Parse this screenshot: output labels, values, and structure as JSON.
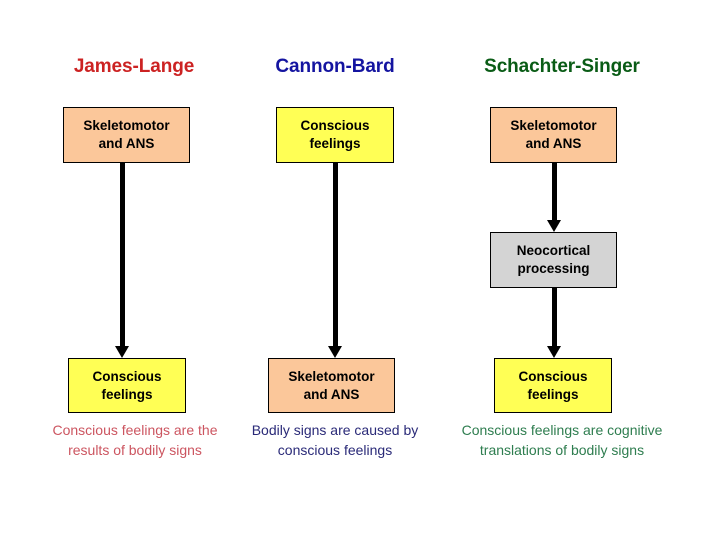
{
  "diagram": {
    "title_row": [
      {
        "id": "james",
        "label": "James-Lange",
        "color": "#cc2222"
      },
      {
        "id": "cannon",
        "label": "Cannon-Bard",
        "color": "#1414a0"
      },
      {
        "id": "schachter",
        "label": "Schachter-Singer",
        "color": "#0a5c16"
      }
    ],
    "boxes": {
      "c1_top": {
        "line1": "Skeletomotor",
        "line2": "and ANS",
        "fill": "#fbc79a"
      },
      "c1_bottom": {
        "line1": "Conscious",
        "line2": "feelings",
        "fill": "#ffff55"
      },
      "c2_top": {
        "line1": "Conscious",
        "line2": "feelings",
        "fill": "#ffff55"
      },
      "c2_bottom": {
        "line1": "Skeletomotor",
        "line2": "and ANS",
        "fill": "#fbc79a"
      },
      "c3_top": {
        "line1": "Skeletomotor",
        "line2": "and ANS",
        "fill": "#fbc79a"
      },
      "c3_mid": {
        "line1": "Neocortical",
        "line2": "processing",
        "fill": "#d4d4d4"
      },
      "c3_bottom": {
        "line1": "Conscious",
        "line2": "feelings",
        "fill": "#ffff55"
      }
    },
    "captions": {
      "james": "Conscious feelings are the results of bodily signs",
      "cannon": "Bodily signs are caused by conscious feelings",
      "schachter": "Conscious feelings are cognitive translations of bodily signs"
    },
    "arrows": [
      {
        "id": "c1",
        "from": "c1_top",
        "to": "c1_bottom",
        "direction": "down"
      },
      {
        "id": "c2",
        "from": "c2_top",
        "to": "c2_bottom",
        "direction": "down"
      },
      {
        "id": "c3-a",
        "from": "c3_top",
        "to": "c3_mid",
        "direction": "down"
      },
      {
        "id": "c3-b",
        "from": "c3_mid",
        "to": "c3_bottom",
        "direction": "down"
      }
    ]
  }
}
